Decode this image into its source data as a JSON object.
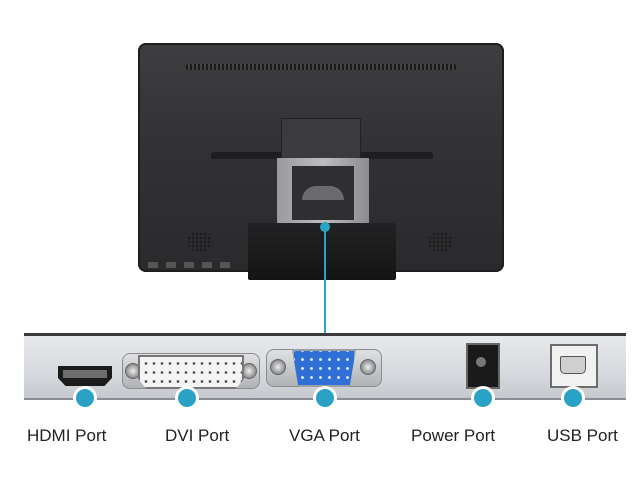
{
  "ports": [
    {
      "label": "HDMI Port"
    },
    {
      "label": "DVI Port"
    },
    {
      "label": "VGA Port"
    },
    {
      "label": "Power Port"
    },
    {
      "label": "USB Port"
    }
  ],
  "colors": {
    "accent": "#2aa2c6",
    "monitor": "#333335",
    "vga": "#2f6fd6"
  }
}
